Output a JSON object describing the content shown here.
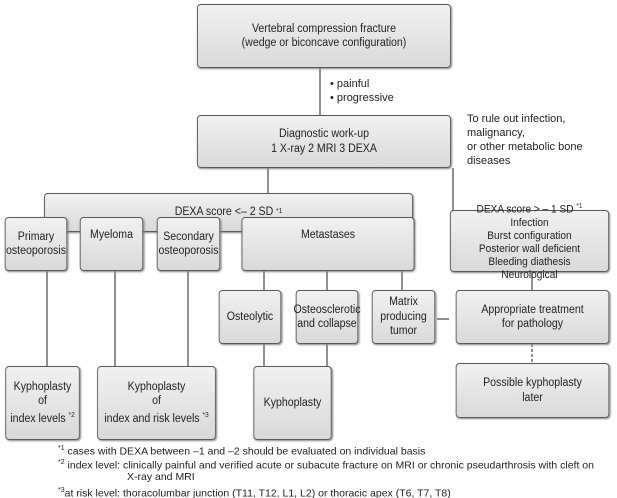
{
  "boxes": {
    "fracture": [
      "Vertebral compression fracture",
      "(wedge or biconcave configuration)"
    ],
    "workup": [
      "Diagnostic work-up",
      "1 X-ray   2 MRI   3 DEXA"
    ],
    "dexa_low": "DEXA score <– 2 SD",
    "dexa_low_note": "*1",
    "dexa_high": "DEXA score > – 1 SD",
    "dexa_high_note": "*1",
    "dexa_high_items": [
      "Infection",
      "Burst configuration",
      "Posterior wall deficient",
      "Bleeding diathesis",
      "Neurological"
    ],
    "primary": [
      "Primary",
      "osteoporosis"
    ],
    "myeloma": "Myeloma",
    "secondary": [
      "Secondary",
      "osteoporosis"
    ],
    "metastases": "Metastases",
    "osteolytic": "Osteolytic",
    "osteosclerotic": [
      "Osteosclerotic",
      "and collapse"
    ],
    "matrix": [
      "Matrix",
      "producing",
      "tumor"
    ],
    "appropriate": [
      "Appropriate treatment",
      "for pathology"
    ],
    "kypho_index": [
      "Kyphoplasty",
      "of",
      "index levels"
    ],
    "kypho_index_note": "*2",
    "kypho_risk": [
      "Kyphoplasty",
      "of",
      "index and risk levels"
    ],
    "kypho_risk_note": "*3",
    "kypho": "Kyphoplasty",
    "possible": [
      "Possible kyphoplasty",
      "later"
    ]
  },
  "labels": {
    "criteria": [
      "• painful",
      "• progressive"
    ],
    "rule_out": [
      "To rule out infection, malignancy,",
      "or other metabolic bone diseases"
    ]
  },
  "footnotes": [
    {
      "mark": "*1",
      "text": " cases with DEXA between –1 and –2 should be evaluated on individual basis"
    },
    {
      "mark": "*2",
      "text": " index level: clinically painful and verified acute or subacute fracture on MRI or chronic pseudarthrosis with cleft on"
    },
    {
      "mark": "",
      "text": "X-ray and MRI"
    },
    {
      "mark": "*3",
      "text": "at risk level: thoracolumbar junction (T11, T12, L1, L2) or thoracic apex (T6, T7, T8)"
    }
  ]
}
